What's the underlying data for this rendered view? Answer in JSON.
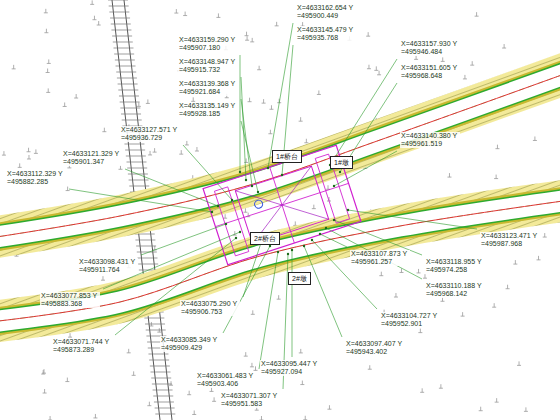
{
  "diagram": {
    "nodes": [
      {
        "text": [
          "1#桥台"
        ]
      },
      {
        "text": [
          "2#桥台"
        ]
      },
      {
        "text": [
          "1#墩"
        ]
      },
      {
        "text": [
          "2#墩"
        ]
      }
    ],
    "labels": [
      "X=4633162.654 Y=495900.449",
      "X=4633145.479 Y=495935.768",
      "X=4633157.930 Y=495946.484",
      "X=4633151.605 Y=495968.648",
      "X=4633159.290 Y=495907.180",
      "X=4633148.947 Y=495915.732",
      "X=4633139.368 Y=495921.684",
      "X=4633135.149 Y=495928.185",
      "X=4633127.571 Y=495936.729",
      "X=4633121.329 Y=495901.347",
      "X=4633112.329 Y=495882.285",
      "X=4633140.380 Y=495961.519",
      "X=4633123.471 Y=495987.968",
      "X=4633118.955 Y=495974.258",
      "X=4633110.188 Y=495968.142",
      "X=4633107.873 Y=495961.257",
      "X=4633104.727 Y=495952.901",
      "X=4633097.407 Y=495943.402",
      "X=4633095.447 Y=495927.094",
      "X=4633071.307 Y=495951.583",
      "X=4633085.349 Y=495909.429",
      "X=4633075.290 Y=495906.753",
      "X=4633077.853 Y=495883.368",
      "X=4633071.744 Y=495873.289",
      "X=4633061.483 Y=495903.406",
      "X=4633098.431 Y=495911.764"
    ]
  }
}
